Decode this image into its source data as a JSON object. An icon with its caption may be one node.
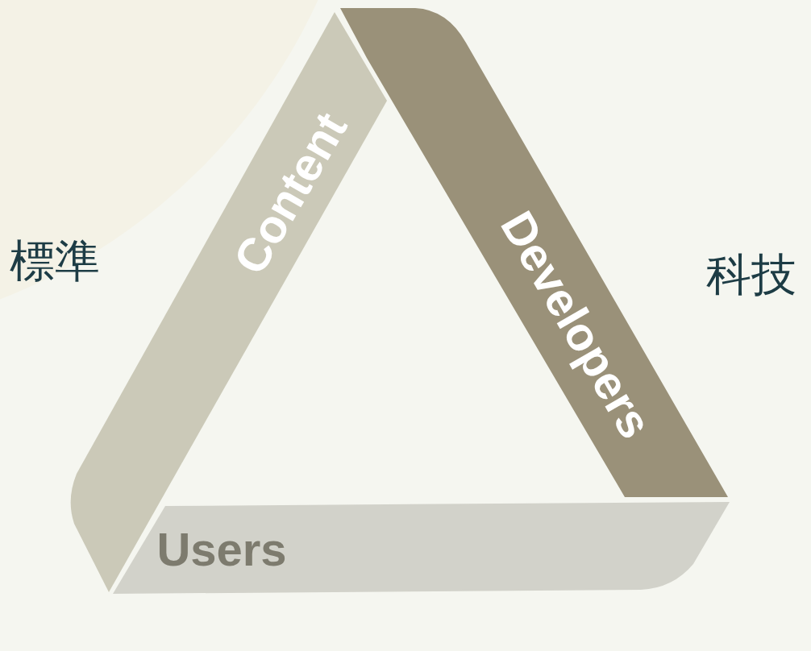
{
  "diagram": {
    "nodes": [
      {
        "text": [
          "Content"
        ]
      },
      {
        "text": [
          "Developers"
        ]
      },
      {
        "text": [
          "Users"
        ]
      }
    ],
    "labels": [
      "標準",
      "科技"
    ]
  }
}
